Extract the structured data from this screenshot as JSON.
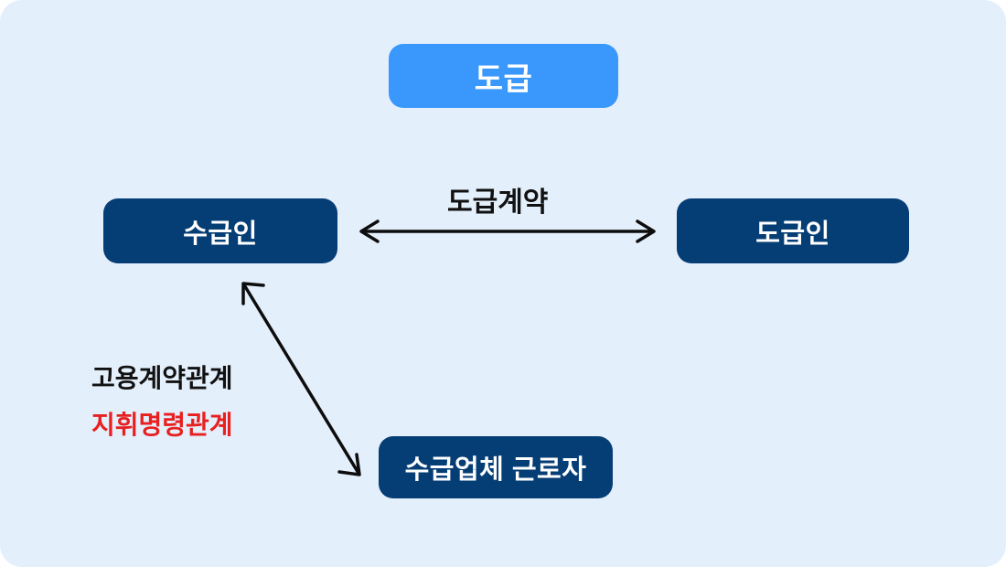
{
  "diagram": {
    "title_node": {
      "label": "도급",
      "color": "#3a97fb"
    },
    "background_color": "#e4effc",
    "nodes": [
      {
        "id": "sugeupin",
        "label": "수급인",
        "color": "#053d75"
      },
      {
        "id": "dogeupin",
        "label": "도급인",
        "color": "#053d75"
      },
      {
        "id": "worker",
        "label": "수급업체 근로자",
        "color": "#053d75"
      }
    ],
    "edges": [
      {
        "id": "contract",
        "label": "도급계약",
        "color": "#111111",
        "from": "수급인",
        "to": "도급인",
        "style": "double-headed"
      },
      {
        "id": "employment",
        "label": "고용계약관계",
        "color": "#111111",
        "from": "수급인",
        "to": "수급업체 근로자",
        "style": "double-headed"
      },
      {
        "id": "command",
        "label": "지휘명령관계",
        "color": "#e8201f",
        "from": "수급인",
        "to": "수급업체 근로자",
        "style": "double-headed"
      }
    ]
  }
}
